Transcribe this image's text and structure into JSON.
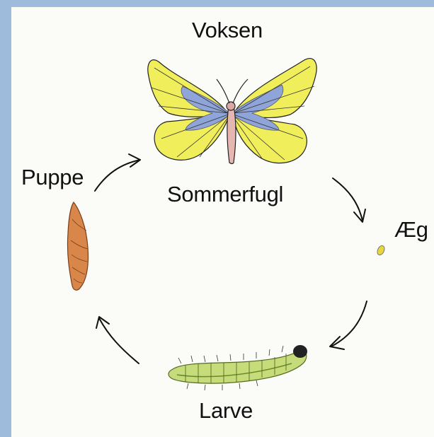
{
  "labels": {
    "voksen": "Voksen",
    "sommerfugl": "Sommerfugl",
    "aeg": "Æg",
    "larve": "Larve",
    "puppe": "Puppe"
  },
  "colors": {
    "background_frame": "#9ebbdc",
    "paper": "#fbfbf8",
    "butterfly_wing": "#f1ee5c",
    "butterfly_vein_blue": "#8fa4d8",
    "egg": "#e8d640",
    "larva": "#c6dc7a",
    "pupa": "#d9864a",
    "ink": "#111111"
  }
}
